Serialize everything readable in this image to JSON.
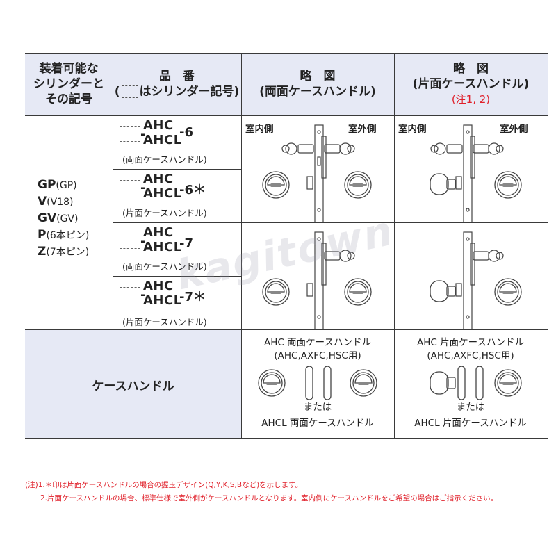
{
  "header": {
    "col1": [
      "装着可能な",
      "シリンダーと",
      "その記号"
    ],
    "col2_title": "品　番",
    "col2_sub": "はシリンダー記号)",
    "col2_open": "(",
    "col3_title": "略　図",
    "col3_sub": "(両面ケースハンドル)",
    "col4_title": "略　図",
    "col4_sub": "(片面ケースハンドル)",
    "col4_note": "(注1, 2)"
  },
  "symbols": [
    {
      "code": "GP",
      "paren": "(GP)"
    },
    {
      "code": "V",
      "paren": "(V18)"
    },
    {
      "code": "GV",
      "paren": "(GV)"
    },
    {
      "code": "P",
      "paren": "(6本ピン)"
    },
    {
      "code": "Z",
      "paren": "(7本ピン)"
    }
  ],
  "products": [
    {
      "line1": "AHC",
      "line2": "AHCL",
      "suffix": "-6",
      "dash": "-",
      "note": "(両面ケースハンドル)"
    },
    {
      "line1": "AHC",
      "line2": "AHCL",
      "suffix": "-6＊",
      "dash": "-",
      "note": "(片面ケースハンドル)"
    },
    {
      "line1": "AHC",
      "line2": "AHCL",
      "suffix": "-7",
      "dash": "-",
      "note": "(両面ケースハンドル)"
    },
    {
      "line1": "AHC",
      "line2": "AHCL",
      "suffix": "-7＊",
      "dash": "-",
      "note": "(片面ケースハンドル)"
    }
  ],
  "sketch_labels": {
    "inside": "室内側",
    "outside": "室外側"
  },
  "case_handle": {
    "label": "ケースハンドル",
    "double_title": "AHC 両面ケースハンドル",
    "single_title": "AHC 片面ケースハンドル",
    "models": "(AHC,AXFC,HSC用)",
    "or": "または",
    "double_alt": "AHCL 両面ケースハンドル",
    "single_alt": "AHCL 片面ケースハンドル"
  },
  "watermark": "kagitown",
  "footnotes": {
    "n1": "(注)1.＊印は片面ケースハンドルの場合の握玉デザイン(Q,Y,K,S,Bなど)を示します。",
    "n2": "2.片面ケースハンドルの場合、標準仕様で室外側がケースハンドルとなります。室内側にケースハンドルをご希望の場合はご指示ください。"
  },
  "colors": {
    "header_bg": "#e6e9f5",
    "note_red": "#e0202a",
    "rule": "#3a3a3a"
  }
}
